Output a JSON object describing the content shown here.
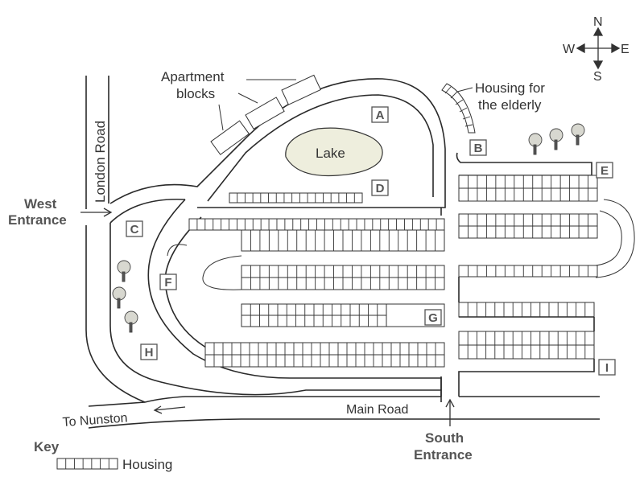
{
  "map": {
    "title": "",
    "compass": {
      "north": "N",
      "south": "S",
      "east": "E",
      "west": "W"
    },
    "roads": {
      "london_road": "London Road",
      "main_road": "Main Road",
      "to_nunston": "To Nunston"
    },
    "entrances": {
      "west_line1": "West",
      "west_line2": "Entrance",
      "south_line1": "South",
      "south_line2": "Entrance"
    },
    "features": {
      "lake": "Lake",
      "apartment_line1": "Apartment",
      "apartment_line2": "blocks",
      "elderly_line1": "Housing for",
      "elderly_line2": "the elderly"
    },
    "locations": [
      "A",
      "B",
      "C",
      "D",
      "E",
      "F",
      "G",
      "H",
      "I"
    ],
    "key": {
      "title": "Key",
      "housing_label": "Housing"
    },
    "colors": {
      "lake_fill": "#eeeedd",
      "tree_fill": "#d8d8d0",
      "line": "#2a2a2a"
    }
  }
}
